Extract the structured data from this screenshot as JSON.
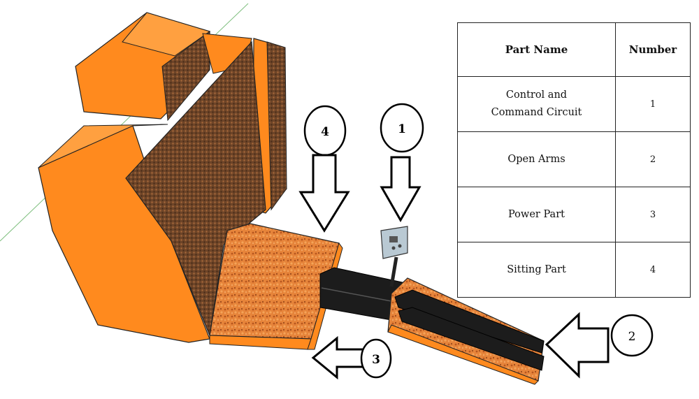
{
  "table": {
    "headers": [
      "Part Name",
      "Number"
    ],
    "rows": [
      {
        "name_lines": [
          "Control and",
          "Command Circuit"
        ],
        "number": "1"
      },
      {
        "name_lines": [
          "Open Arms"
        ],
        "number": "2"
      },
      {
        "name_lines": [
          "Power Part"
        ],
        "number": "3"
      },
      {
        "name_lines": [
          "Sitting Part"
        ],
        "number": "4"
      }
    ]
  },
  "callouts": {
    "c1": "1",
    "c2": "2",
    "c3": "3",
    "c4": "4"
  },
  "colors": {
    "orange": "#ff8a1e",
    "orange_dark": "#e4730c",
    "fabric_brown": "#7a4a2a",
    "fabric_orange": "#e07a2a",
    "rail": "#1c1c1c",
    "control_box": "#b9c9d3"
  }
}
